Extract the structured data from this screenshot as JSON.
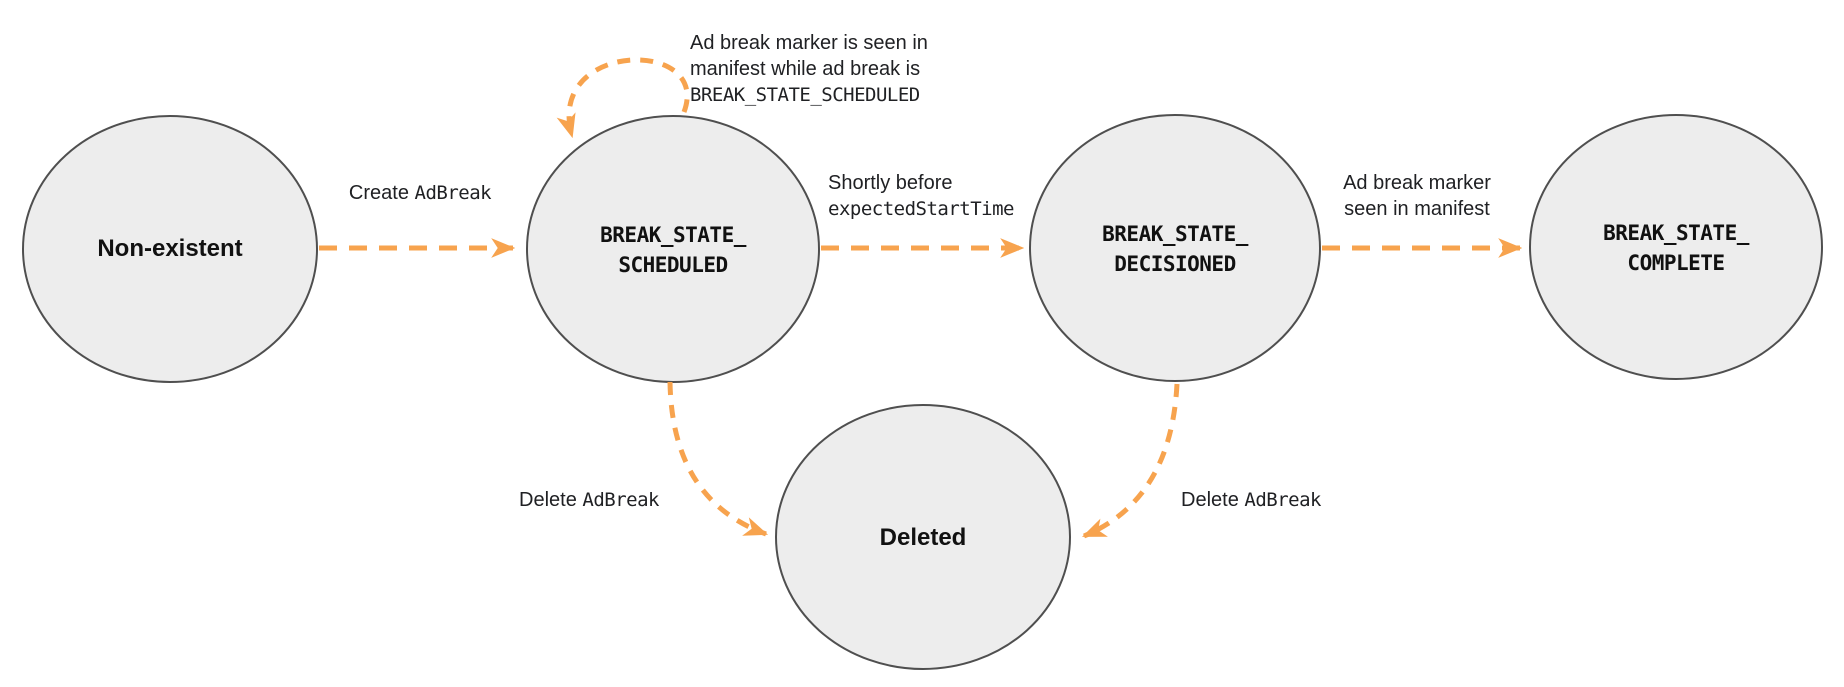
{
  "colors": {
    "arrow_orange": "#F7A34E",
    "node_fill": "#ededed",
    "node_border": "#4f4f4f",
    "text": "#202124"
  },
  "nodes": {
    "non_existent": {
      "label": "Non-existent"
    },
    "scheduled": {
      "line1": "BREAK_STATE_",
      "line2": "SCHEDULED"
    },
    "decisioned": {
      "line1": "BREAK_STATE_",
      "line2": "DECISIONED"
    },
    "complete": {
      "line1": "BREAK_STATE_",
      "line2": "COMPLETE"
    },
    "deleted": {
      "label": "Deleted"
    }
  },
  "edges": {
    "create": {
      "plain": "Create ",
      "code": "AdBreak"
    },
    "self_loop": {
      "line1": "Ad break marker is seen in",
      "line2": "manifest while ad break is",
      "code_line": "BREAK_STATE_SCHEDULED"
    },
    "to_decisioned": {
      "line1": "Shortly before",
      "code_line": "expectedStartTime"
    },
    "to_complete": {
      "line1": "Ad break marker",
      "line2": "seen in manifest"
    },
    "delete_left": {
      "plain": "Delete ",
      "code": "AdBreak"
    },
    "delete_right": {
      "plain": "Delete ",
      "code": "AdBreak"
    }
  }
}
